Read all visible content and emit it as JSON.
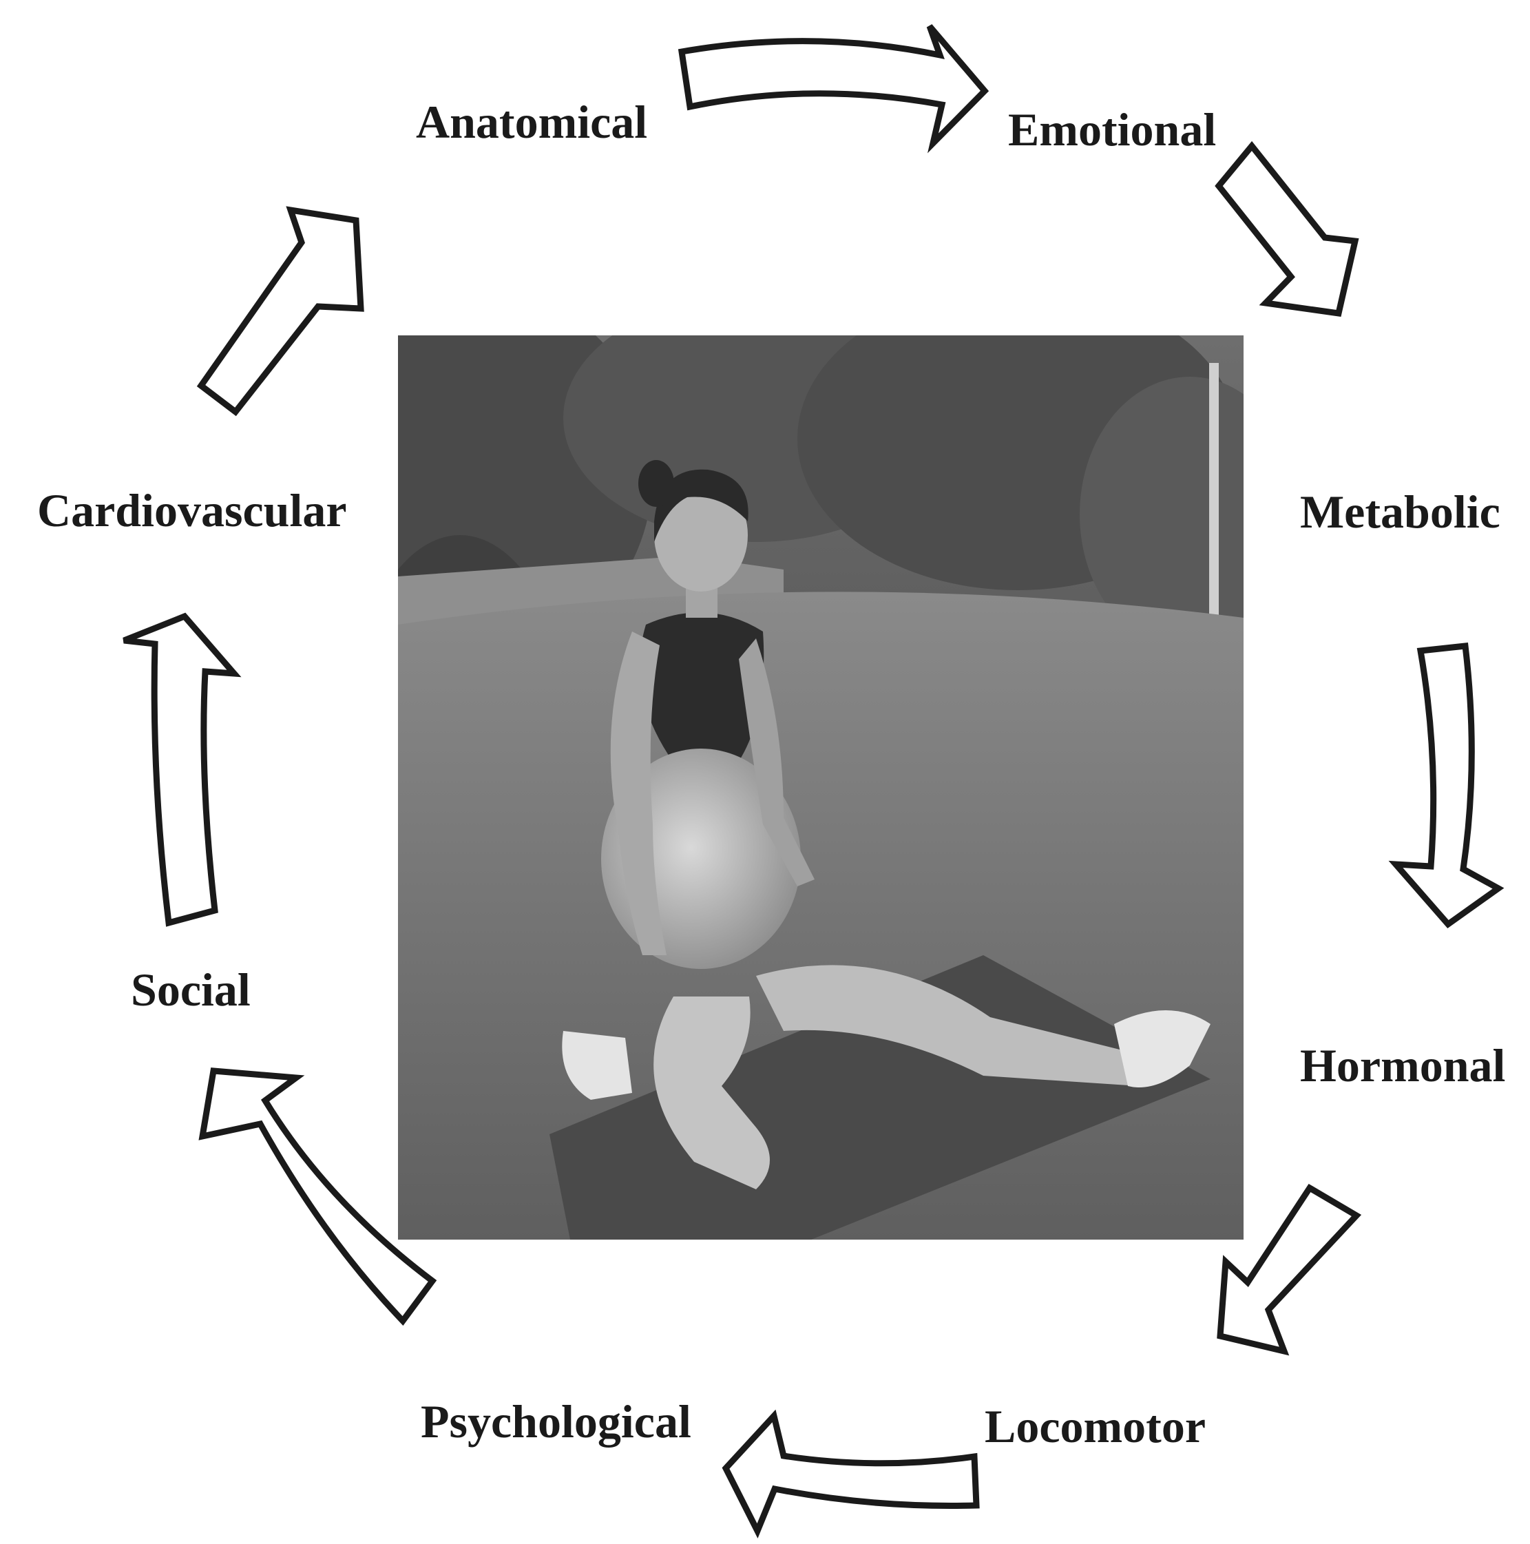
{
  "diagram": {
    "labels": {
      "anatomical": "Anatomical",
      "emotional": "Emotional",
      "metabolic": "Metabolic",
      "hormonal": "Hormonal",
      "locomotor": "Locomotor",
      "psychological": "Psychological",
      "social": "Social",
      "cardiovascular": "Cardiovascular"
    },
    "cycle_order": [
      "Anatomical",
      "Emotional",
      "Metabolic",
      "Hormonal",
      "Locomotor",
      "Psychological",
      "Social",
      "Cardiovascular"
    ],
    "arrow_count": 8,
    "arrow_style": "hollow-white-outlined",
    "center_image": "grayscale photo of pregnant woman stretching on exercise mat in garden"
  },
  "colors": {
    "background": "#ffffff",
    "text": "#1a1a1a",
    "arrow_fill": "#ffffff",
    "arrow_stroke": "#1a1a1a"
  }
}
